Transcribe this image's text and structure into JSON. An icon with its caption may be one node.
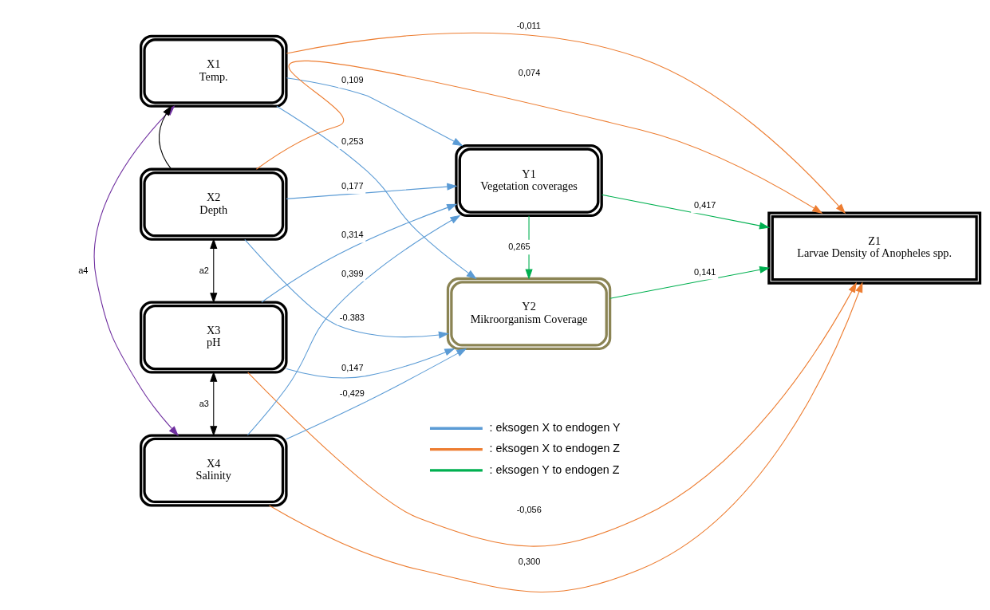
{
  "diagram": {
    "nodes": [
      {
        "text": [
          "X1",
          "Temp."
        ]
      },
      {
        "text": [
          "X2",
          "Depth"
        ]
      },
      {
        "text": [
          "X3",
          "pH"
        ]
      },
      {
        "text": [
          "X4",
          "Salinity"
        ]
      },
      {
        "text": [
          "Y1",
          "Vegetation coverages"
        ]
      },
      {
        "text": [
          "Y2",
          "Mikroorganism Coverage"
        ]
      },
      {
        "text": [
          "Z1",
          "Larvae Density of Anopheles spp."
        ]
      }
    ],
    "edges": [
      {
        "from": 0,
        "to": 4,
        "arrow": "to",
        "label": "0,109"
      },
      {
        "from": 0,
        "to": 5,
        "arrow": "to",
        "label": "0,253"
      },
      {
        "from": 1,
        "to": 4,
        "arrow": "to",
        "label": "0,177"
      },
      {
        "from": 1,
        "to": 5,
        "arrow": "to",
        "label": "-0.383"
      },
      {
        "from": 2,
        "to": 4,
        "arrow": "to",
        "label": "0,314"
      },
      {
        "from": 2,
        "to": 5,
        "arrow": "to",
        "label": "0,147"
      },
      {
        "from": 3,
        "to": 4,
        "arrow": "to",
        "label": "0,399"
      },
      {
        "from": 3,
        "to": 5,
        "arrow": "to",
        "label": "-0,429"
      },
      {
        "from": 0,
        "to": 6,
        "arrow": "to",
        "label": "-0,011",
        "color": "#ed7d31"
      },
      {
        "from": 1,
        "to": 6,
        "arrow": "to",
        "label": "0,074",
        "color": "#ed7d31"
      },
      {
        "from": 2,
        "to": 6,
        "arrow": "to",
        "label": "-0,056",
        "color": "#ed7d31"
      },
      {
        "from": 3,
        "to": 6,
        "arrow": "to",
        "label": "0,300",
        "color": "#ed7d31"
      },
      {
        "from": 4,
        "to": 6,
        "arrow": "to",
        "label": "0,417",
        "color": "#00b050"
      },
      {
        "from": 4,
        "to": 5,
        "arrow": "to",
        "label": "0,265",
        "color": "#00b050"
      },
      {
        "from": 5,
        "to": 6,
        "arrow": "to",
        "label": "0,141",
        "color": "#00b050"
      },
      {
        "from": 1,
        "to": 0,
        "arrow": "to",
        "color": "#000000"
      },
      {
        "from": 1,
        "to": 2,
        "arrow": "both",
        "label": "a2",
        "color": "#000000"
      },
      {
        "from": 2,
        "to": 3,
        "arrow": "both",
        "label": "a3",
        "color": "#000000"
      },
      {
        "from": 0,
        "to": 3,
        "arrow": "both",
        "label": "a4",
        "color": "#7030a0"
      }
    ],
    "legend": [
      {
        "text": ": eksogen X to endogen Y"
      },
      {
        "text": ": eksogen X to endogen Z"
      },
      {
        "text": ": eksogen Y to endogen Z"
      }
    ]
  }
}
